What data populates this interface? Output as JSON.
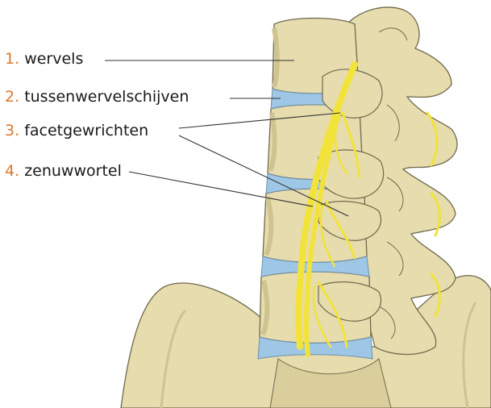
{
  "labels": [
    {
      "number": "1.",
      "text": "wervels"
    },
    {
      "number": "2.",
      "text": "tussenwervelschijven"
    },
    {
      "number": "3.",
      "text": "facetgewrichten"
    },
    {
      "number": "4.",
      "text": "zenuwwortel"
    }
  ],
  "colors": {
    "number_accent": "#e0772b",
    "bone": "#e6dcae",
    "bone_shadow": "#cfc38f",
    "disc": "#9ec7e6",
    "nerve": "#f2e33a",
    "outline": "#6f6a4c",
    "leader_line": "#333333"
  }
}
